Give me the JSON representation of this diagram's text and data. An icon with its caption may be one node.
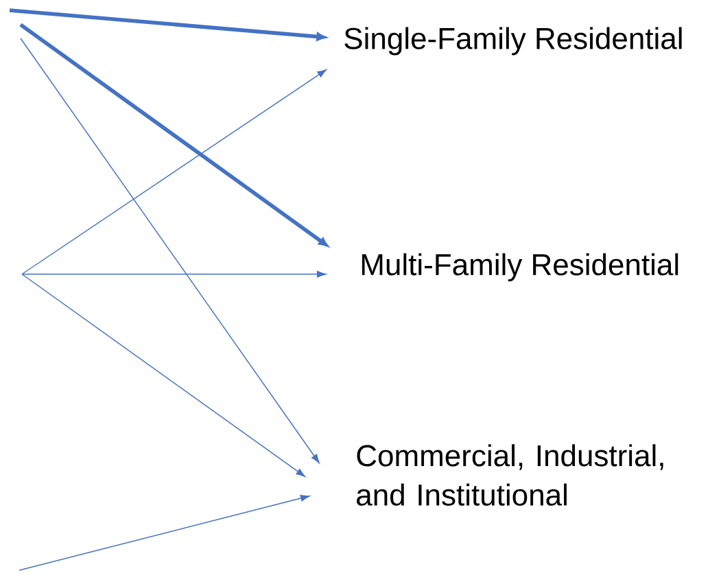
{
  "diagram": {
    "nodes": [
      {
        "text": [
          "Single-Family Residential"
        ]
      },
      {
        "text": [
          "Multi-Family Residential"
        ]
      },
      {
        "text": [
          "Commercial, Industrial, and Institutional"
        ]
      }
    ],
    "edges": [
      {
        "from": null,
        "to": 0,
        "arrow": "to",
        "style": "thick"
      },
      {
        "from": null,
        "to": 1,
        "arrow": "to",
        "style": "thick"
      },
      {
        "from": null,
        "to": 2,
        "arrow": "to"
      },
      {
        "from": null,
        "to": 0,
        "arrow": "to"
      },
      {
        "from": null,
        "to": 1,
        "arrow": "to"
      },
      {
        "from": null,
        "to": 2,
        "arrow": "to"
      },
      {
        "from": null,
        "to": 2,
        "arrow": "to"
      }
    ]
  }
}
